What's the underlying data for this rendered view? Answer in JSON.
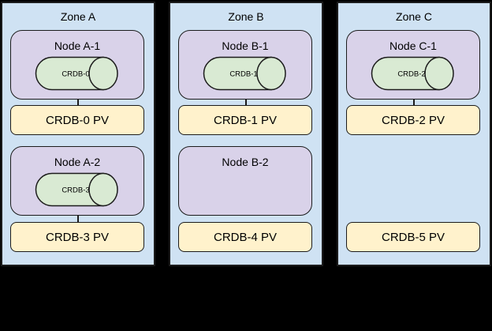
{
  "diagram": {
    "colors": {
      "background": "#000000",
      "zone_fill": "#cfe2f3",
      "node_fill": "#d9d2e9",
      "cylinder_fill": "#d9ead3",
      "pv_fill": "#fff2cc",
      "border": "#1c1c1c",
      "text": "#000000"
    },
    "zones": [
      {
        "label": "Zone A",
        "rows": [
          {
            "node": {
              "label": "Node A-1",
              "cylinder": "CRDB-0"
            },
            "pv": "CRDB-0 PV",
            "connected": true
          },
          {
            "node": {
              "label": "Node A-2",
              "cylinder": "CRDB-3"
            },
            "pv": "CRDB-3 PV",
            "connected": true
          }
        ]
      },
      {
        "label": "Zone B",
        "rows": [
          {
            "node": {
              "label": "Node B-1",
              "cylinder": "CRDB-1"
            },
            "pv": "CRDB-1 PV",
            "connected": true
          },
          {
            "node": {
              "label": "Node B-2",
              "cylinder": null
            },
            "pv": "CRDB-4 PV",
            "connected": false
          }
        ]
      },
      {
        "label": "Zone C",
        "rows": [
          {
            "node": {
              "label": "Node C-1",
              "cylinder": "CRDB-2"
            },
            "pv": "CRDB-2 PV",
            "connected": true
          },
          {
            "node": null,
            "pv": "CRDB-5 PV",
            "connected": false
          }
        ]
      }
    ]
  }
}
